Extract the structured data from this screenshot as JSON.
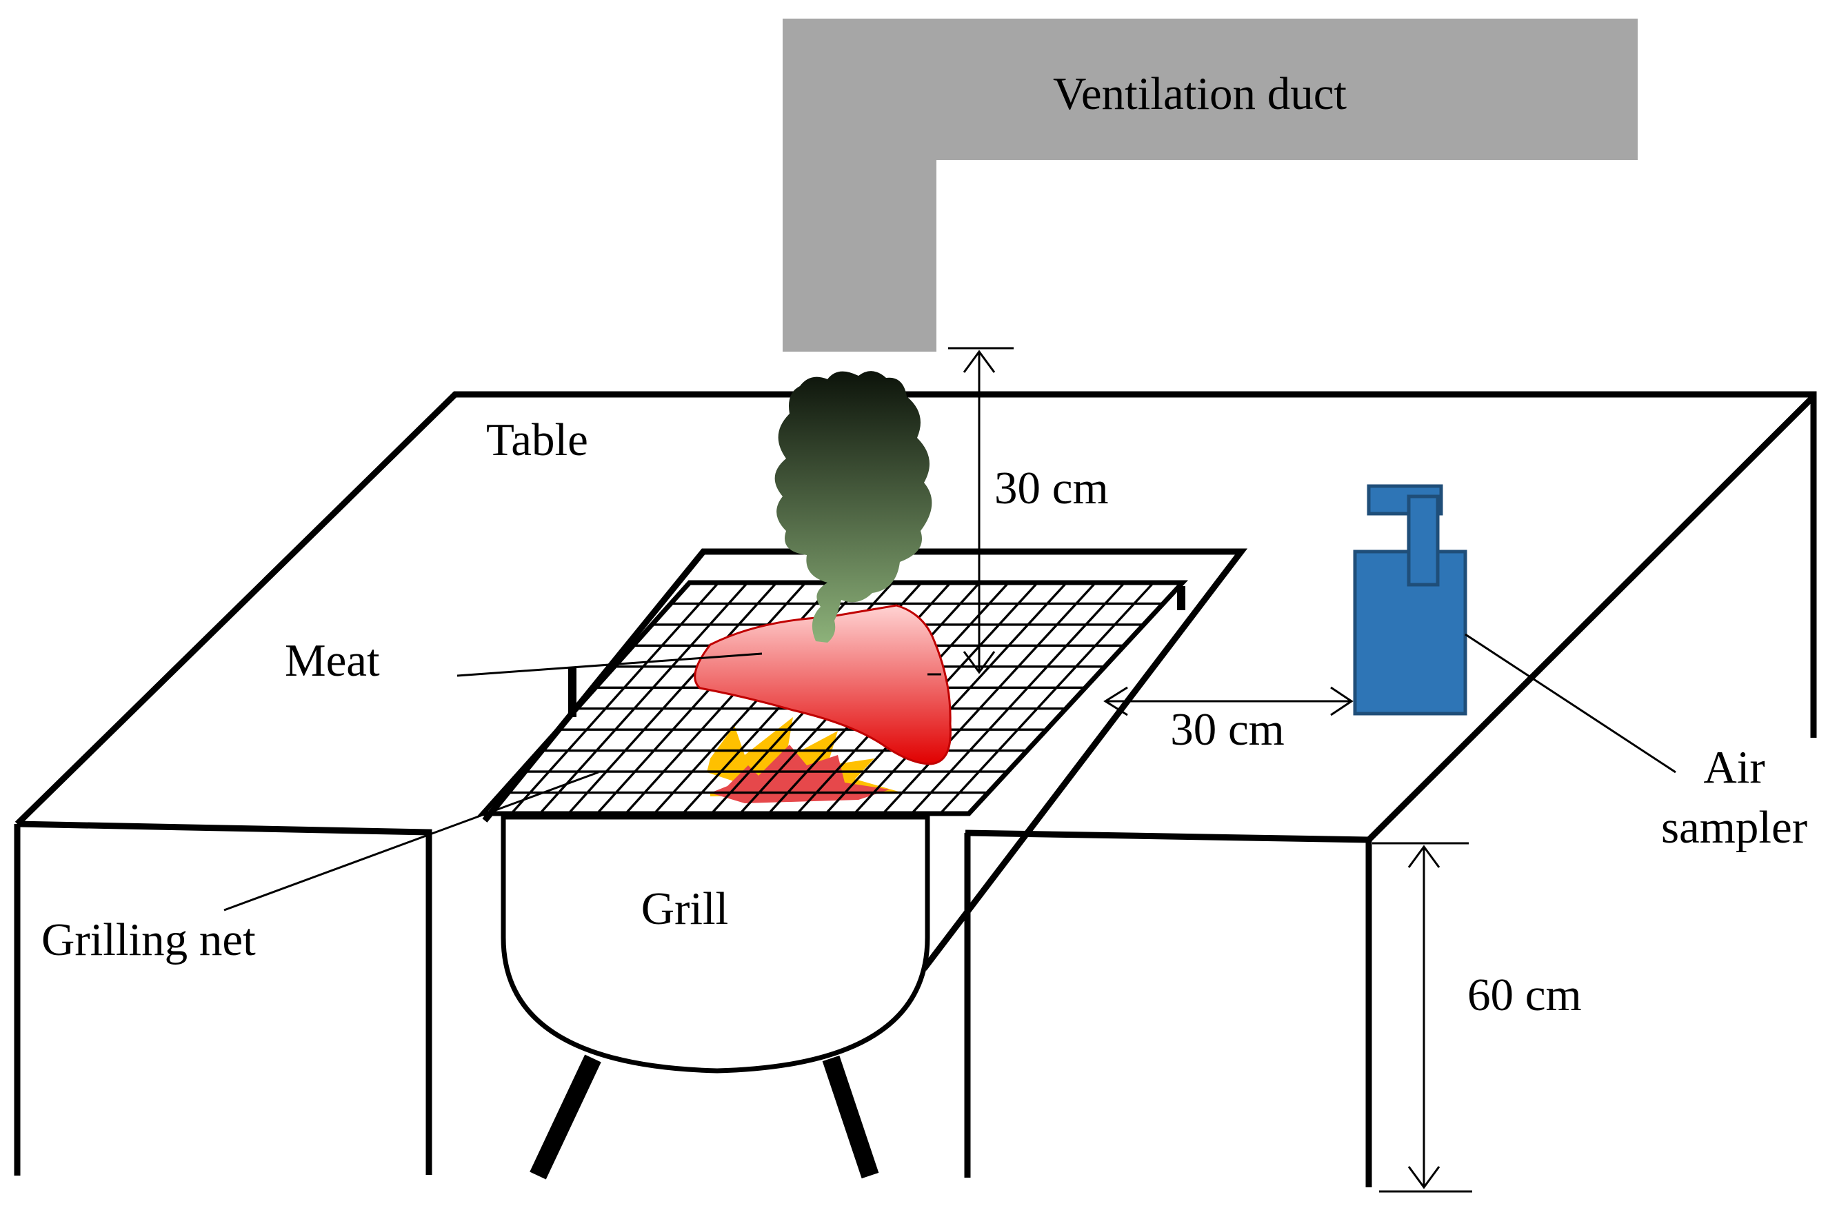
{
  "labels": {
    "duct": "Ventilation duct",
    "table": "Table",
    "meat": "Meat",
    "grill": "Grill",
    "grilling_net": "Grilling  net",
    "air_sampler_line1": "Air",
    "air_sampler_line2": "sampler",
    "dist_duct_to_meat": "30 cm",
    "dist_net_to_sampler": "30 cm",
    "table_height": "60 cm"
  },
  "colors": {
    "duct": "#a6a6a6",
    "air_sampler": "#2e75b6",
    "air_sampler_stroke": "#1f4e79",
    "meat_top": "#ffd3d3",
    "meat_bottom": "#e00000",
    "smoke_top": "#0c130a",
    "smoke_bottom": "#8db27a",
    "fire_outer": "#ffc000",
    "fire_inner": "#e6484b"
  }
}
